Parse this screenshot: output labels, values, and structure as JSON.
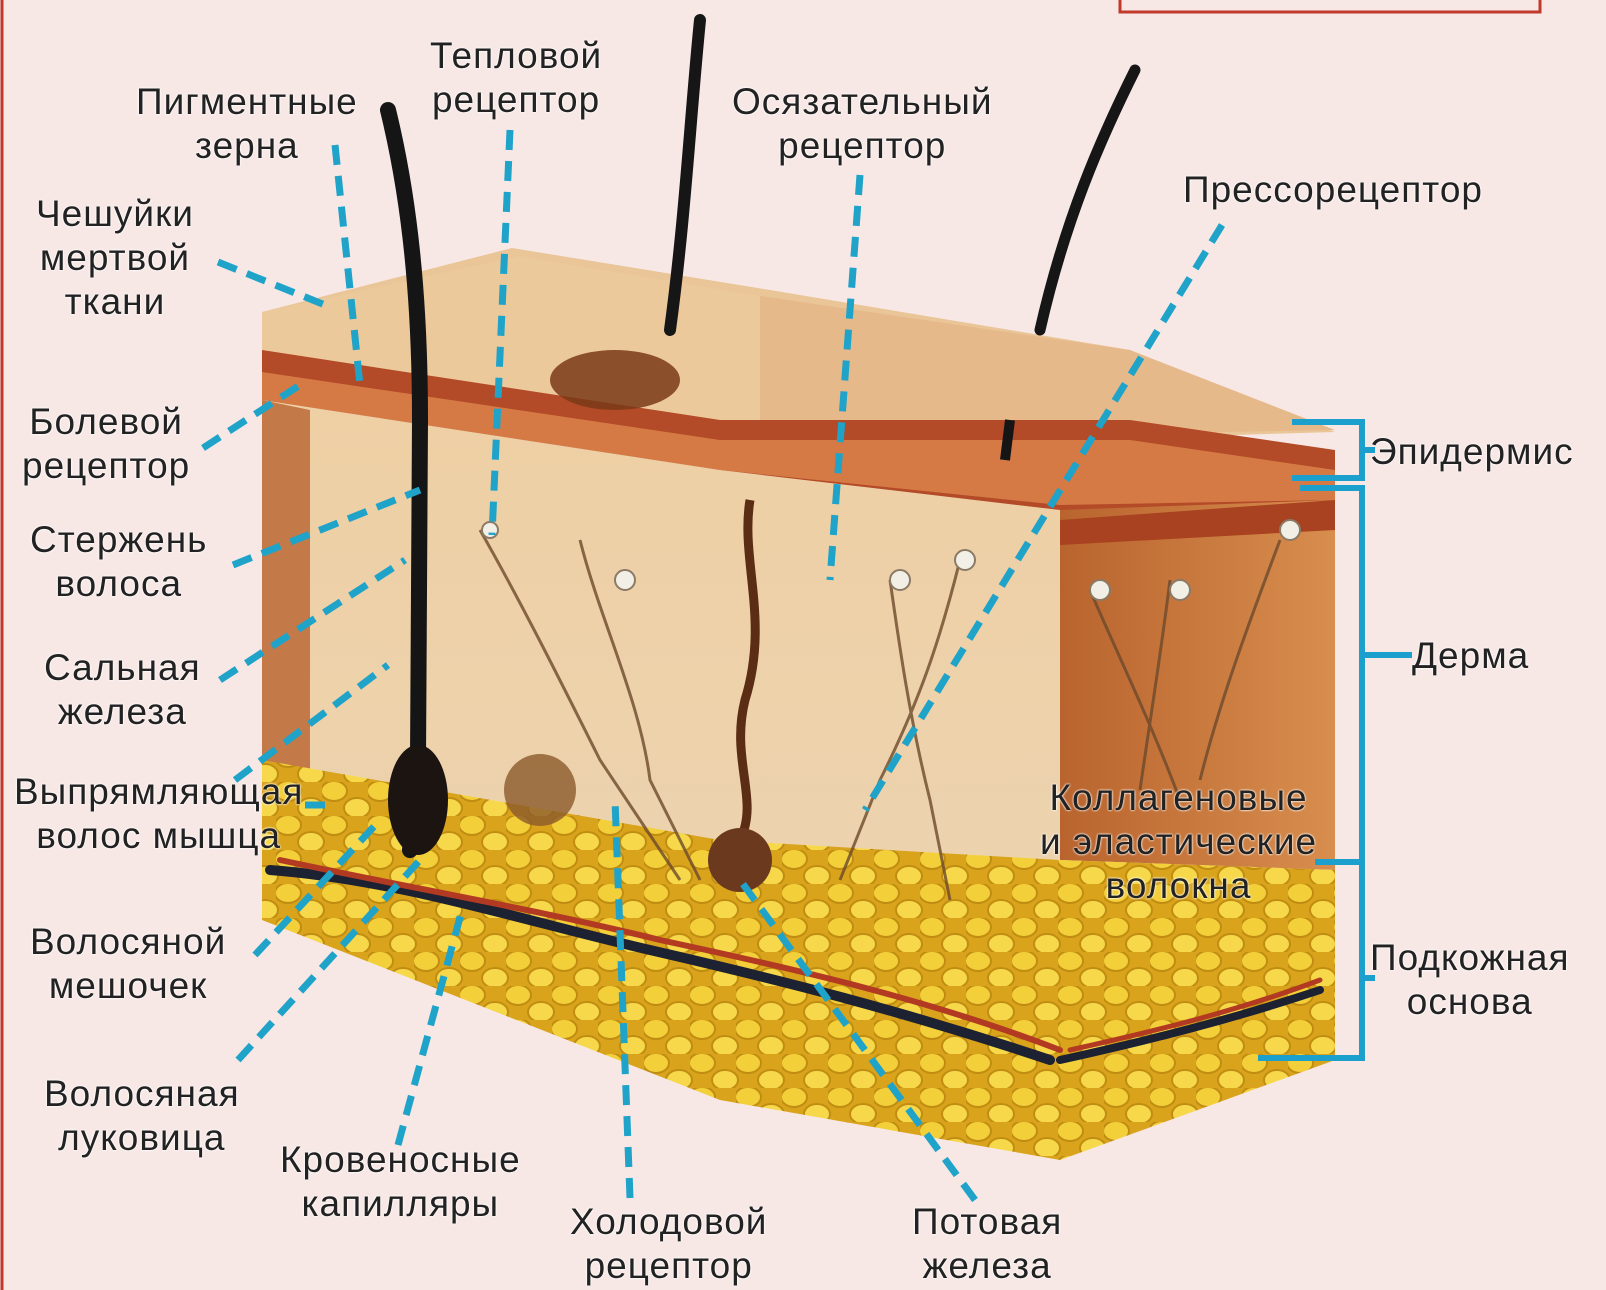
{
  "labels": {
    "pigment": [
      "Пигментные",
      "зерна"
    ],
    "heat": [
      "Тепловой",
      "рецептор"
    ],
    "touch": [
      "Осязательный",
      "рецептор"
    ],
    "pressure": "Прессорецептор",
    "scales": [
      "Чешуйки",
      "мертвой",
      "ткани"
    ],
    "pain": [
      "Болевой",
      "рецептор"
    ],
    "shaft": [
      "Стержень",
      "волоса"
    ],
    "sebaceous": [
      "Сальная",
      "железа"
    ],
    "muscle": [
      "Выпрямляющая",
      "волос мышца"
    ],
    "follicle": [
      "Волосяной",
      "мешочек"
    ],
    "bulb": [
      "Волосяная",
      "луковица"
    ],
    "capillaries": [
      "Кровеносные",
      "капилляры"
    ],
    "cold": [
      "Холодовой",
      "рецептор"
    ],
    "sweat": [
      "Потовая",
      "железа"
    ],
    "fibers": [
      "Коллагеновые",
      "и эластические",
      "волокна"
    ],
    "epidermis": "Эпидермис",
    "dermis": "Дерма",
    "hypodermis": [
      "Подкожная",
      "основа"
    ]
  },
  "colors": {
    "leader": "#1fa3c9",
    "bracket": "#1b9fcc",
    "frame": "#c0392b"
  }
}
